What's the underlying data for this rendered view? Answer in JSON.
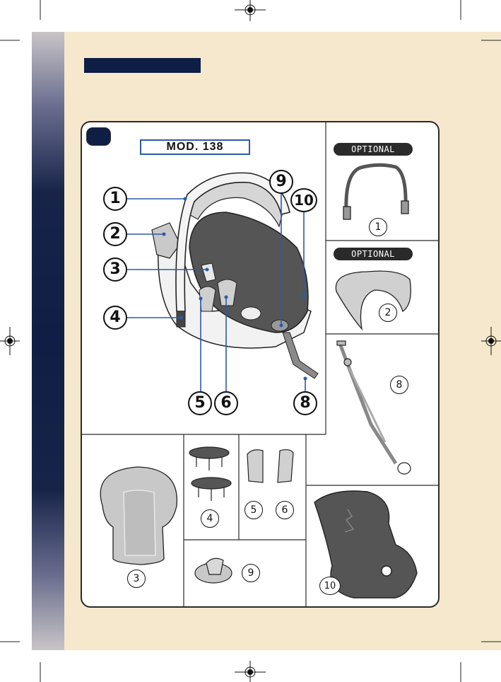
{
  "model_label": "MOD. 138",
  "optional_labels": [
    "OPTIONAL",
    "OPTIONAL"
  ],
  "callouts_main": [
    "1",
    "2",
    "3",
    "4",
    "5",
    "6",
    "8",
    "9",
    "10"
  ],
  "callouts_parts": [
    "1",
    "2",
    "8",
    "3",
    "4",
    "5",
    "6",
    "9",
    "10"
  ],
  "colors": {
    "page_background": "#f6e8cc",
    "band_navy": "#0f1e44",
    "leader_blue": "#2b5aa8",
    "seat_gray": "#555555",
    "part_gray": "#c8c8c8"
  },
  "icons": [
    "registration-crosshair-icon",
    "car-seat-illustration",
    "handle-illustration",
    "canopy-illustration",
    "strap-illustration",
    "head-cushion-illustration",
    "button-caps-illustration",
    "pads-illustration",
    "buckle-illustration",
    "seat-cover-illustration"
  ]
}
